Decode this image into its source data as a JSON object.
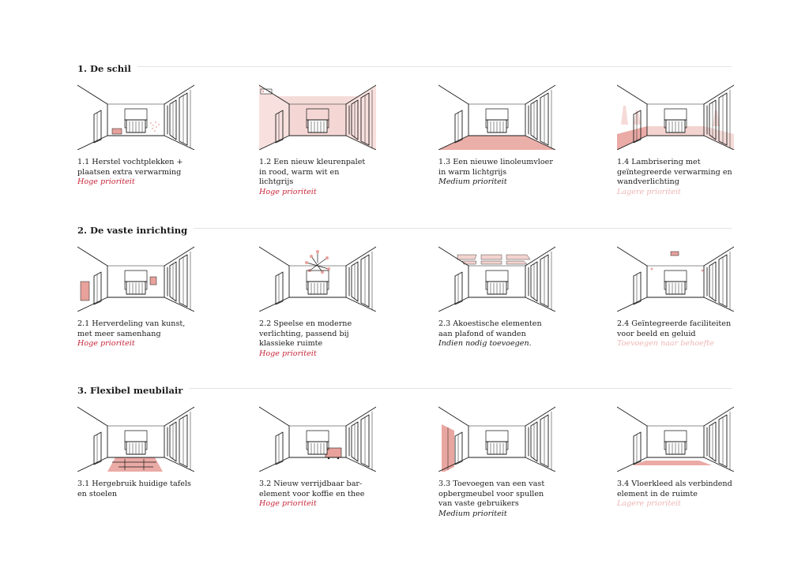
{
  "colors": {
    "high": "#c8273b",
    "medium": "#d9817a",
    "low": "#eeb6b4",
    "fill": "#e8a19b",
    "fill_light": "#f3d3cf"
  },
  "sections": [
    {
      "title": "1. De schil",
      "items": [
        {
          "lines": [
            "1.1 Herstel vochtplekken +",
            "plaatsen extra verwarming"
          ],
          "priority": "Hoge prioriteit",
          "level": "high",
          "icon": "room-damp-repair-icon"
        },
        {
          "lines": [
            "1.2 Een nieuw kleurenpalet",
            "in rood, warm wit en",
            "lichtgrijs"
          ],
          "priority": "Hoge prioriteit",
          "level": "high",
          "icon": "room-color-palette-icon"
        },
        {
          "lines": [
            "1.3 Een nieuwe linoleumvloer",
            "in warm lichtgrijs"
          ],
          "priority": "Medium prioriteit",
          "level": "medium",
          "icon": "room-linoleum-floor-icon"
        },
        {
          "lines": [
            "1.4 Lambrisering met",
            "geïntegreerde verwarming en",
            "wandverlichting"
          ],
          "priority": "Lagere prioriteit",
          "level": "low",
          "icon": "room-wainscoting-icon"
        }
      ]
    },
    {
      "title": "2. De vaste inrichting",
      "items": [
        {
          "lines": [
            "2.1 Herverdeling van kunst,",
            "met meer samenhang"
          ],
          "priority": "Hoge prioriteit",
          "level": "high",
          "icon": "room-art-icon"
        },
        {
          "lines": [
            "2.2 Speelse en moderne",
            "verlichting, passend bij",
            "klassieke ruimte"
          ],
          "priority": "Hoge prioriteit",
          "level": "high",
          "icon": "room-lighting-icon"
        },
        {
          "lines": [
            "2.3 Akoestische elementen",
            "aan plafond of wanden"
          ],
          "priority": "Indien nodig toevoegen.",
          "level": "medium",
          "icon": "room-acoustic-icon"
        },
        {
          "lines": [
            "2.4 Geïntegreerde faciliteiten",
            "voor beeld en geluid"
          ],
          "priority": "Toevoegen naar behoefte",
          "level": "low",
          "icon": "room-av-icon"
        }
      ]
    },
    {
      "title": "3. Flexibel meubilair",
      "items": [
        {
          "lines": [
            "3.1 Hergebruik huidige tafels",
            "en stoelen"
          ],
          "priority": "",
          "level": "high",
          "icon": "room-tables-icon"
        },
        {
          "lines": [
            "3.2 Nieuw verrijdbaar bar-",
            "element voor koffie en thee"
          ],
          "priority": "Hoge prioriteit",
          "level": "high",
          "icon": "room-bar-icon"
        },
        {
          "lines": [
            "3.3 Toevoegen van een vast",
            "opbergmeubel voor spullen",
            "van vaste gebruikers"
          ],
          "priority": "Medium prioriteit",
          "level": "medium",
          "icon": "room-storage-icon"
        },
        {
          "lines": [
            "3.4 Vloerkleed als verbindend",
            "element in de ruimte"
          ],
          "priority": "Lagere prioriteit",
          "level": "low",
          "icon": "room-rug-icon"
        }
      ]
    }
  ]
}
